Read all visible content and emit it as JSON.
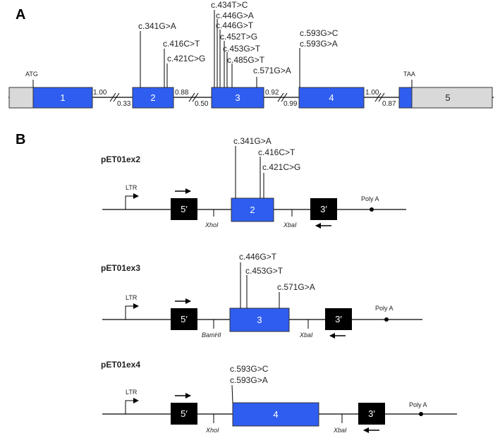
{
  "panel_a": {
    "label": "A",
    "start_codon": "ATG",
    "stop_codon": "TAA",
    "colors": {
      "exon": "#2f5df0",
      "utr": "#d9d9d9",
      "line": "#000000"
    },
    "exons": [
      {
        "number": "1"
      },
      {
        "number": "2"
      },
      {
        "number": "3"
      },
      {
        "number": "4"
      },
      {
        "number": "5"
      }
    ],
    "splice_scores": {
      "after_exon1": "1.00",
      "before_exon2": "0.33",
      "after_exon2": "0.88",
      "before_exon3": "0.50",
      "after_exon3": "0.92",
      "before_exon4": "0.99",
      "after_exon4": "1.00",
      "before_exon5": "0.87"
    },
    "mutations": {
      "exon2": [
        "c.341G>A",
        "c.416C>T",
        "c.421C>G"
      ],
      "exon3": [
        "c.434T>C",
        "c.446G>A",
        "c.446G>T",
        "c.452T>G",
        "c.453G>T",
        "c.485G>T",
        "c.571G>A"
      ],
      "exon4": [
        "c.593G>C",
        "c.593G>A"
      ]
    }
  },
  "panel_b": {
    "label": "B",
    "constructs": [
      {
        "name": "pET01ex2",
        "ltr": "LTR",
        "left_exon": "5′",
        "insert": "2",
        "right_exon": "3′",
        "poly_a": "Poly A",
        "site_left": "XhoI",
        "site_right": "XbaI",
        "mutations": [
          "c.341G>A",
          "c.416C>T",
          "c.421C>G"
        ]
      },
      {
        "name": "pET01ex3",
        "ltr": "LTR",
        "left_exon": "5′",
        "insert": "3",
        "right_exon": "3′",
        "poly_a": "Poly A",
        "site_left": "BamHI",
        "site_right": "XbaI",
        "mutations": [
          "c.446G>T",
          "c.453G>T",
          "c.571G>A"
        ]
      },
      {
        "name": "pET01ex4",
        "ltr": "LTR",
        "left_exon": "5′",
        "insert": "4",
        "right_exon": "3′",
        "poly_a": "Poly A",
        "site_left": "XhoI",
        "site_right": "XbaI",
        "mutations": [
          "c.593G>C",
          "c.593G>A"
        ]
      }
    ]
  }
}
